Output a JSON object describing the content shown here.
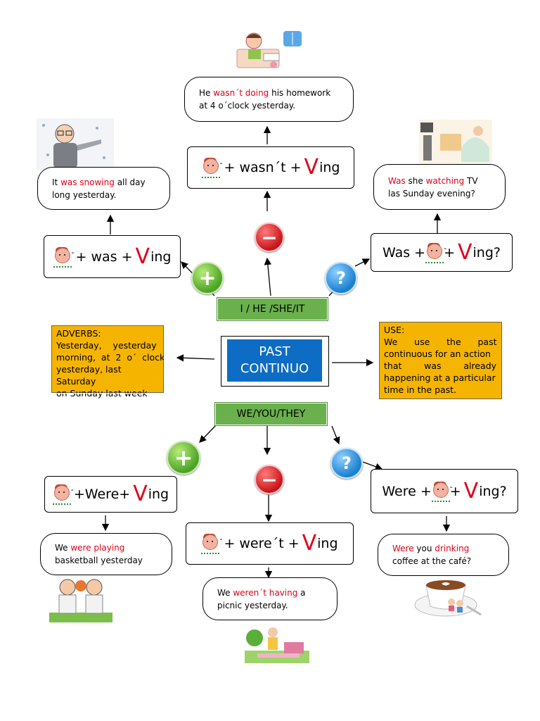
{
  "center": {
    "line1": "PAST",
    "line2": "CONTINUO"
  },
  "pronouns": {
    "singular": "I / HE /SHE/IT",
    "plural": "WE/YOU/THEY"
  },
  "formulas": {
    "was": {
      "mid": "+ was +",
      "v": "V",
      "tail": "ing"
    },
    "wasnt": {
      "mid": "+ wasn´t +",
      "v": "V",
      "tail": "ing"
    },
    "was_q": {
      "head": "Was +",
      "mid": "+",
      "v": "V",
      "tail": "ing?"
    },
    "were": {
      "mid": "+Were+",
      "v": "V",
      "tail": "ing"
    },
    "werent": {
      "mid": "+ were´t +",
      "v": "V",
      "tail": "ing"
    },
    "were_q": {
      "head": "Were +",
      "mid": "+",
      "v": "V",
      "tail": "ing?"
    }
  },
  "examples": {
    "wasnt": {
      "a": "He ",
      "b": "wasn´t doing",
      "c": " his homework",
      "d": "at 4 o´clock yesterday."
    },
    "was": {
      "a": "It ",
      "b": "was snowing",
      "c": " all day",
      "d": "long yesterday."
    },
    "was_q": {
      "a": "Was",
      "b": " she ",
      "c": "watching",
      "d": " TV",
      "e": "las Sunday evening?"
    },
    "were": {
      "a": "We ",
      "b": "were playing",
      "c": "basketball yesterday"
    },
    "werent": {
      "a": "We ",
      "b": "weren´t having",
      "c": " a",
      "d": "picnic yesterday."
    },
    "were_q": {
      "a": "Were",
      "b": " you ",
      "c": "drinking",
      "d": "coffee at the café?"
    }
  },
  "adverbs": {
    "title": "ADVERBS:",
    "line1": "Yesterday,    yesterday",
    "line2": "morning,  at  2  o´  clock",
    "line3": "yesterday, last Saturday",
    "line4": "on Sunday last week"
  },
  "use": {
    "title": "USE:",
    "line1": "We      use      the      past",
    "line2": "continuous for an action",
    "line3": "that        was        already",
    "line4": "happening at a particular",
    "line5": "time in the past."
  },
  "badges": {
    "plus": "+",
    "minus": "−",
    "question": "?"
  },
  "colors": {
    "verb_red": "#e0001a",
    "pronoun_green": "#6ab04c",
    "center_blue": "#0d6cc4",
    "note_orange": "#f5b400"
  }
}
